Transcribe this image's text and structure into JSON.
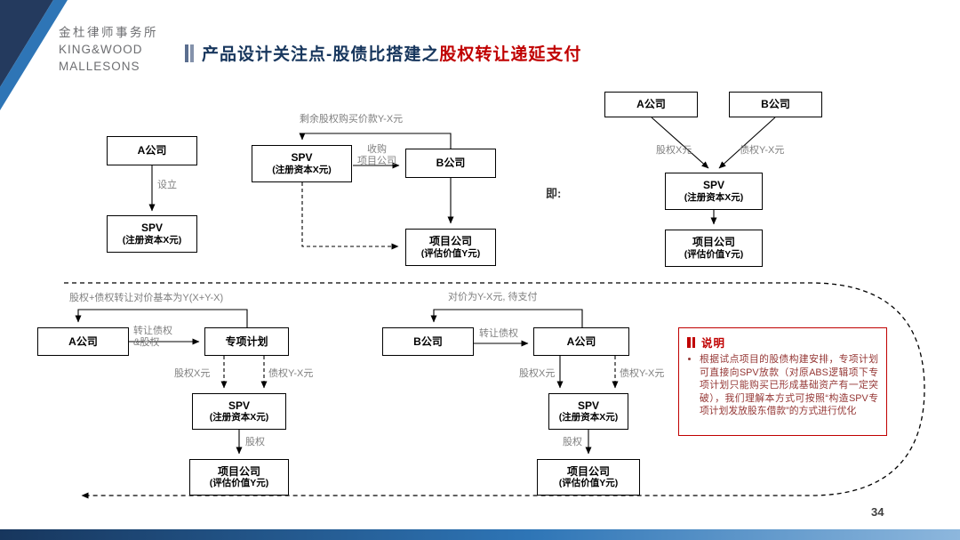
{
  "logo": {
    "cn": "金杜律师事务所",
    "en1": "KING&WOOD",
    "en2": "MALLESONS"
  },
  "title": {
    "prefix": "产品设计关注点-股债比搭建之",
    "highlight": "股权转让递延支付"
  },
  "page_number": "34",
  "colors": {
    "navy": "#17365d",
    "red": "#c00000",
    "gray_label": "#7f7f7f"
  },
  "diagram1": {
    "box_a": "A公司",
    "arrow_label": "设立",
    "spv_line1": "SPV",
    "spv_line2": "(注册资本X元)"
  },
  "diagram2": {
    "top_label": "剩余股权购买价款Y-X元",
    "spv_line1": "SPV",
    "spv_line2": "(注册资本X元)",
    "mid_label_line1": "收购",
    "mid_label_line2": "项目公司",
    "box_b": "B公司",
    "proj_line1": "项目公司",
    "proj_line2": "(评估价值Y元)"
  },
  "diagram3": {
    "intro": "即:",
    "box_a": "A公司",
    "box_b": "B公司",
    "left_label": "股权X元",
    "right_label": "债权Y-X元",
    "spv_line1": "SPV",
    "spv_line2": "(注册资本X元)",
    "proj_line1": "项目公司",
    "proj_line2": "(评估价值Y元)"
  },
  "diagram4": {
    "top_label": "股权+债权转让对价基本为Y(X+Y-X)",
    "box_a": "A公司",
    "transfer_label_line1": "转让债权",
    "transfer_label_line2": "&股权",
    "plan_box": "专项计划",
    "left_label": "股权X元",
    "right_label": "债权Y-X元",
    "spv_line1": "SPV",
    "spv_line2": "(注册资本X元)",
    "equity_label": "股权",
    "proj_line1": "项目公司",
    "proj_line2": "(评估价值Y元)"
  },
  "diagram5": {
    "top_label": "对价为Y-X元, 待支付",
    "box_b": "B公司",
    "box_a": "A公司",
    "transfer_label": "转让债权",
    "left_label": "股权X元",
    "right_label": "债权Y-X元",
    "spv_line1": "SPV",
    "spv_line2": "(注册资本X元)",
    "equity_label": "股权",
    "proj_line1": "项目公司",
    "proj_line2": "(评估价值Y元)"
  },
  "note": {
    "title": "说明",
    "bullet": "根据试点项目的股债构建安排，专项计划可直接向SPV放款（对原ABS逻辑项下专项计划只能购买已形成基础资产有一定突破），我们理解本方式可按照“构造SPV专项计划发放股东借款”的方式进行优化"
  }
}
